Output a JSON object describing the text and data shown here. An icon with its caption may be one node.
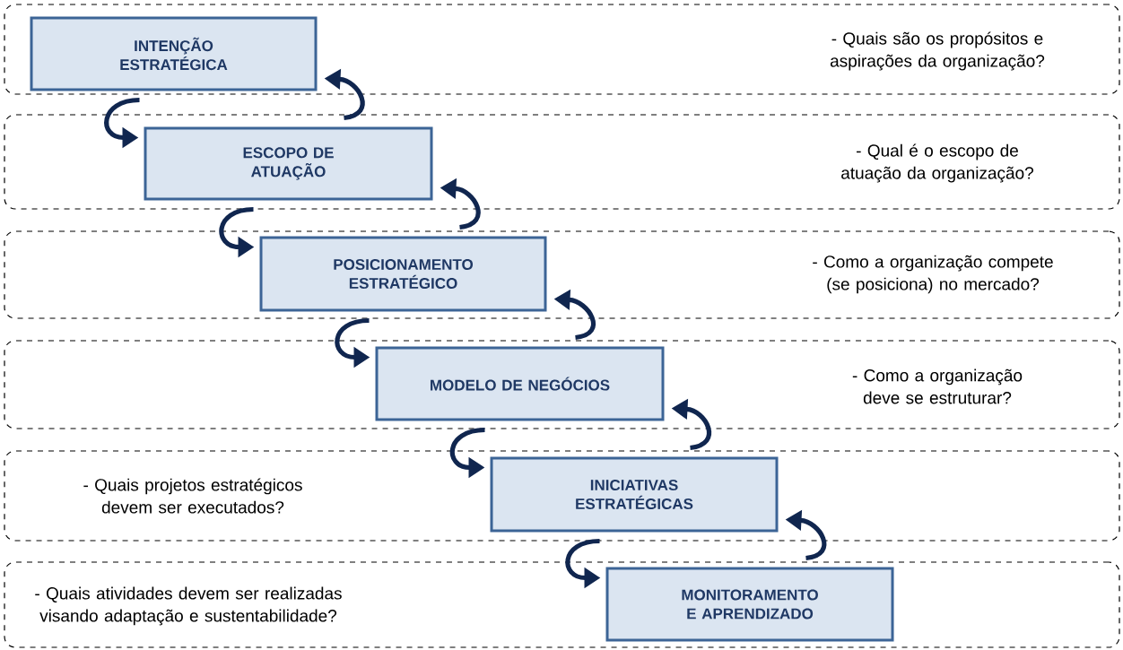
{
  "diagram": {
    "nodes": [
      {
        "text": [
          "- Quais são os propósitos e aspirações da organização?"
        ]
      },
      {
        "text": [
          "INTENÇÃO ESTRATÉGICA"
        ],
        "in": 0
      },
      {
        "text": [
          "- Qual é o escopo de atuação da organização?"
        ]
      },
      {
        "text": [
          "ESCOPO DE ATUAÇÃO"
        ],
        "in": 2
      },
      {
        "text": [
          "- Como a organização compete (se posiciona) no mercado?"
        ]
      },
      {
        "text": [
          "POSICIONAMENTO ESTRATÉGICO"
        ],
        "in": 4
      },
      {
        "text": [
          "- Como a organização deve se estruturar?"
        ]
      },
      {
        "text": [
          "MODELO DE NEGÓCIOS"
        ],
        "in": 6
      },
      {
        "text": [
          "- Quais projetos estratégicos devem ser executados?"
        ]
      },
      {
        "text": [
          "INICIATIVAS ESTRATÉGICAS"
        ],
        "in": 8
      },
      {
        "text": [
          "- Quais atividades devem ser realizadas visando adaptação e sustentabilidade?"
        ]
      },
      {
        "text": [
          "MONITORAMENTO E APRENDIZADO"
        ],
        "in": 10
      }
    ],
    "edges": [
      {
        "from": 1,
        "to": 3,
        "arrow": "to"
      },
      {
        "from": 3,
        "to": 1,
        "arrow": "to"
      },
      {
        "from": 3,
        "to": 5,
        "arrow": "to"
      },
      {
        "from": 5,
        "to": 3,
        "arrow": "to"
      },
      {
        "from": 5,
        "to": 7,
        "arrow": "to"
      },
      {
        "from": 7,
        "to": 5,
        "arrow": "to"
      },
      {
        "from": 7,
        "to": 9,
        "arrow": "to"
      },
      {
        "from": 9,
        "to": 7,
        "arrow": "to"
      },
      {
        "from": 9,
        "to": 11,
        "arrow": "to"
      },
      {
        "from": 11,
        "to": 9,
        "arrow": "to"
      }
    ]
  }
}
